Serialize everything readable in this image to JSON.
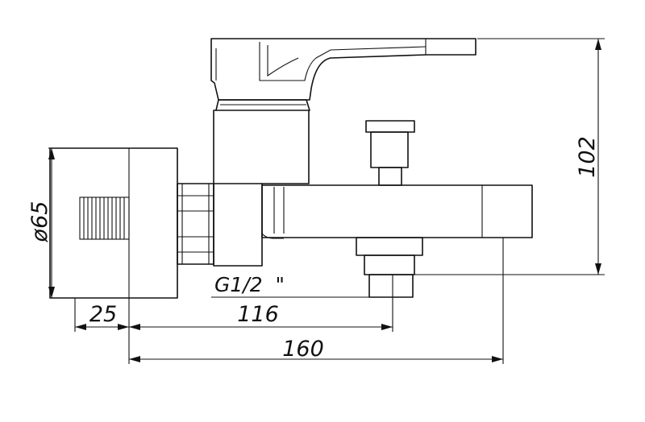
{
  "dimensions": {
    "diameter_label": "ø65",
    "height_label": "102",
    "wall_offset_label": "25",
    "spout_offset_label": "116",
    "total_length_label": "160"
  },
  "thread_label": "G1/2  \""
}
